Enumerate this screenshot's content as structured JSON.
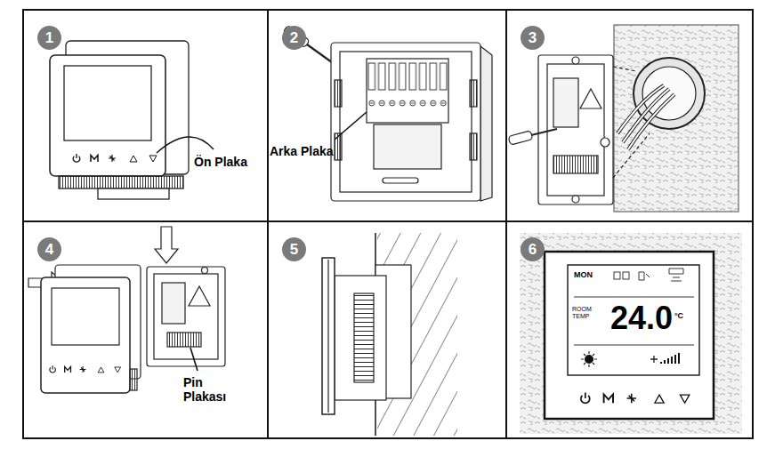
{
  "diagram": {
    "nodes": [
      {
        "text": [
          "1"
        ]
      },
      {
        "text": [
          "2"
        ]
      },
      {
        "text": [
          "3"
        ]
      },
      {
        "text": [
          "4"
        ]
      },
      {
        "text": [
          "5"
        ]
      },
      {
        "text": [
          "6"
        ]
      }
    ],
    "labels": [
      "Ön Plaka",
      "Arka Plaka",
      "Pin Plakası",
      "MON",
      "ROOM TEMP",
      "24.0",
      "°C"
    ]
  }
}
